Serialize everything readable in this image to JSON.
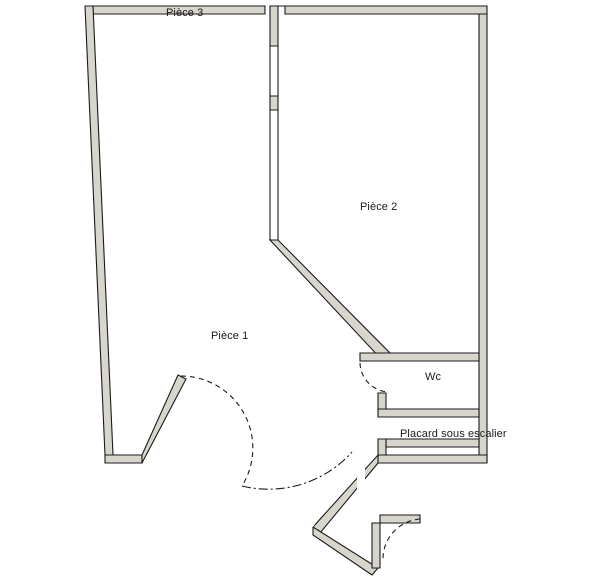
{
  "plan": {
    "title": "",
    "wall_fill": "#d8d5cc",
    "wall_stroke": "#1a1a1a",
    "background": "#ffffff",
    "door_stroke": "#1a1a1a",
    "labels": {
      "piece3": "Pièce 3",
      "piece2": "Pièce 2",
      "piece1": "Pièce 1",
      "wc": "Wc",
      "placard": "Placard sous escalier"
    }
  }
}
